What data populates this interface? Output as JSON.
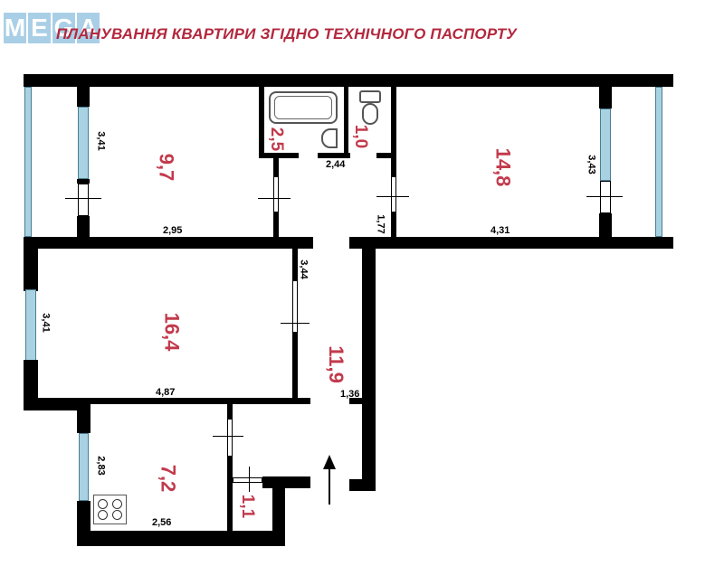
{
  "logo": {
    "letters": [
      "M",
      "E",
      "G",
      "A"
    ],
    "color": "#a9cfe6"
  },
  "header": {
    "title": "ПЛАНУВАННЯ КВАРТИРИ ЗГІДНО ТЕХНІЧНОГО ПАСПОРТУ",
    "color": "#b3283e"
  },
  "rooms": [
    {
      "id": "bedroom-1",
      "area": "9,7",
      "width_label": "2,95",
      "depth_label": "3,41"
    },
    {
      "id": "bathroom",
      "area": "2,5"
    },
    {
      "id": "toilet",
      "area": "1,0"
    },
    {
      "id": "bedroom-2",
      "area": "14,8",
      "width_label": "4,31",
      "depth_label": "3,43"
    },
    {
      "id": "living-room",
      "area": "16,4",
      "width_label": "4,87",
      "depth_label": "3,41",
      "side_label": "3,44"
    },
    {
      "id": "hallway",
      "area": "11,9",
      "width_label": "1,36",
      "top_label": "2,44",
      "side_label": "1,77"
    },
    {
      "id": "kitchen",
      "area": "7,2",
      "width_label": "2,56",
      "depth_label": "2,83"
    },
    {
      "id": "storage",
      "area": "1,1"
    }
  ],
  "colors": {
    "wall": "#000000",
    "window": "#a8d2e2",
    "area_text": "#c23a4c"
  },
  "icons": [
    "bathtub-icon",
    "sink-icon",
    "toilet-icon",
    "stove-icon",
    "entrance-arrow-icon"
  ]
}
